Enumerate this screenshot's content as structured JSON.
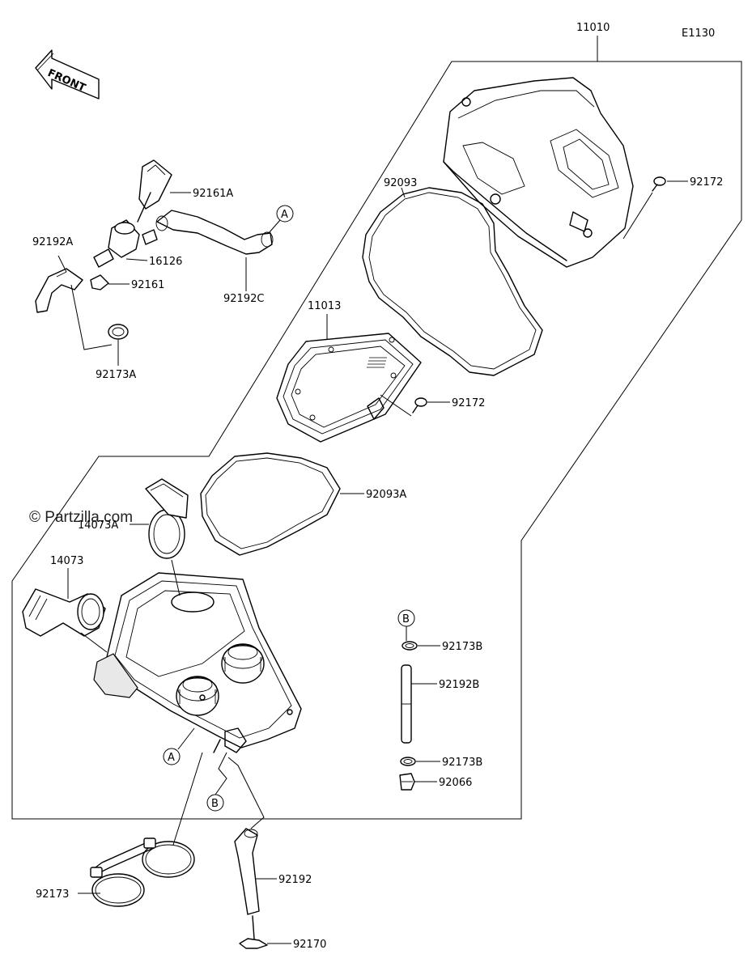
{
  "diagram": {
    "code": "E1130",
    "watermark": "© Partzilla.com",
    "front_label": "FRONT",
    "parts": {
      "p11010": "11010",
      "p92172a": "92172",
      "p92093": "92093",
      "p92161A": "92161A",
      "p92192A": "92192A",
      "p16126": "16126",
      "p92161": "92161",
      "p92192C": "92192C",
      "p92173A": "92173A",
      "p11013": "11013",
      "p92172b": "92172",
      "p92093A": "92093A",
      "p14073A": "14073A",
      "p14073": "14073",
      "p92173B_top": "92173B",
      "p92192B": "92192B",
      "p92173B_bot": "92173B",
      "p92066": "92066",
      "p92173": "92173",
      "p92192": "92192",
      "p92170": "92170"
    },
    "markers": {
      "a_top": "A",
      "a_bottom": "A",
      "b_right": "B",
      "b_bottom": "B"
    }
  }
}
